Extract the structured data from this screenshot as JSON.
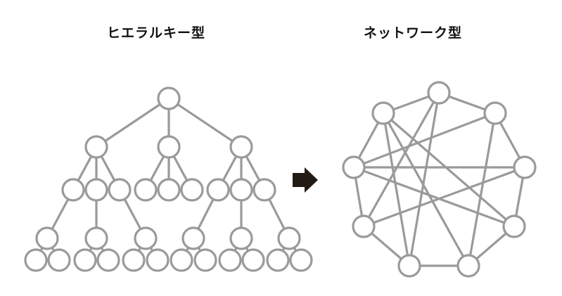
{
  "hierarchy": {
    "title": "ヒエラルキー型",
    "nodes": [
      {
        "id": "r"
      },
      {
        "id": "a"
      },
      {
        "id": "b"
      },
      {
        "id": "c"
      },
      {
        "id": "a1"
      },
      {
        "id": "a2"
      },
      {
        "id": "a3"
      },
      {
        "id": "b1"
      },
      {
        "id": "b2"
      },
      {
        "id": "b3"
      },
      {
        "id": "c1"
      },
      {
        "id": "c2"
      },
      {
        "id": "c3"
      },
      {
        "id": "d1"
      },
      {
        "id": "d2"
      },
      {
        "id": "d3"
      },
      {
        "id": "d4"
      },
      {
        "id": "d5"
      },
      {
        "id": "d6"
      },
      {
        "id": "e1"
      },
      {
        "id": "e2"
      },
      {
        "id": "e3"
      },
      {
        "id": "e4"
      },
      {
        "id": "e5"
      },
      {
        "id": "e6"
      },
      {
        "id": "e7"
      },
      {
        "id": "e8"
      },
      {
        "id": "e9"
      },
      {
        "id": "e10"
      },
      {
        "id": "e11"
      },
      {
        "id": "e12"
      }
    ],
    "edges": [
      [
        "r",
        "a"
      ],
      [
        "r",
        "b"
      ],
      [
        "r",
        "c"
      ],
      [
        "a",
        "a1"
      ],
      [
        "a",
        "a2"
      ],
      [
        "a",
        "a3"
      ],
      [
        "b",
        "b1"
      ],
      [
        "b",
        "b2"
      ],
      [
        "b",
        "b3"
      ],
      [
        "c",
        "c1"
      ],
      [
        "c",
        "c2"
      ],
      [
        "c",
        "c3"
      ],
      [
        "a1",
        "d1"
      ],
      [
        "a2",
        "d2"
      ],
      [
        "a3",
        "d3"
      ],
      [
        "c1",
        "d4"
      ],
      [
        "c2",
        "d5"
      ],
      [
        "c3",
        "d6"
      ],
      [
        "d1",
        "e1"
      ],
      [
        "d1",
        "e2"
      ],
      [
        "d2",
        "e3"
      ],
      [
        "d2",
        "e4"
      ],
      [
        "d3",
        "e5"
      ],
      [
        "d3",
        "e6"
      ],
      [
        "d4",
        "e7"
      ],
      [
        "d4",
        "e8"
      ],
      [
        "d5",
        "e9"
      ],
      [
        "d5",
        "e10"
      ],
      [
        "d6",
        "e11"
      ],
      [
        "d6",
        "e12"
      ]
    ]
  },
  "arrow": {
    "icon": "arrow-right-icon",
    "color": "#231a14"
  },
  "network": {
    "title": "ネットワーク型",
    "nodes": [
      {
        "id": "n1"
      },
      {
        "id": "n2"
      },
      {
        "id": "n3"
      },
      {
        "id": "n4"
      },
      {
        "id": "n5"
      },
      {
        "id": "n6"
      },
      {
        "id": "n7"
      },
      {
        "id": "n8"
      },
      {
        "id": "n9"
      }
    ],
    "edges": [
      [
        "n1",
        "n2"
      ],
      [
        "n2",
        "n3"
      ],
      [
        "n3",
        "n4"
      ],
      [
        "n4",
        "n5"
      ],
      [
        "n5",
        "n6"
      ],
      [
        "n6",
        "n7"
      ],
      [
        "n7",
        "n8"
      ],
      [
        "n8",
        "n9"
      ],
      [
        "n9",
        "n1"
      ],
      [
        "n1",
        "n6"
      ],
      [
        "n1",
        "n7"
      ],
      [
        "n2",
        "n5"
      ],
      [
        "n2",
        "n8"
      ],
      [
        "n3",
        "n7"
      ],
      [
        "n3",
        "n8"
      ],
      [
        "n4",
        "n9"
      ],
      [
        "n9",
        "n5"
      ],
      [
        "n9",
        "n6"
      ],
      [
        "n8",
        "n4"
      ]
    ]
  },
  "colors": {
    "stroke": "#9a9a9a",
    "fill": "#ffffff",
    "text": "#111111"
  }
}
